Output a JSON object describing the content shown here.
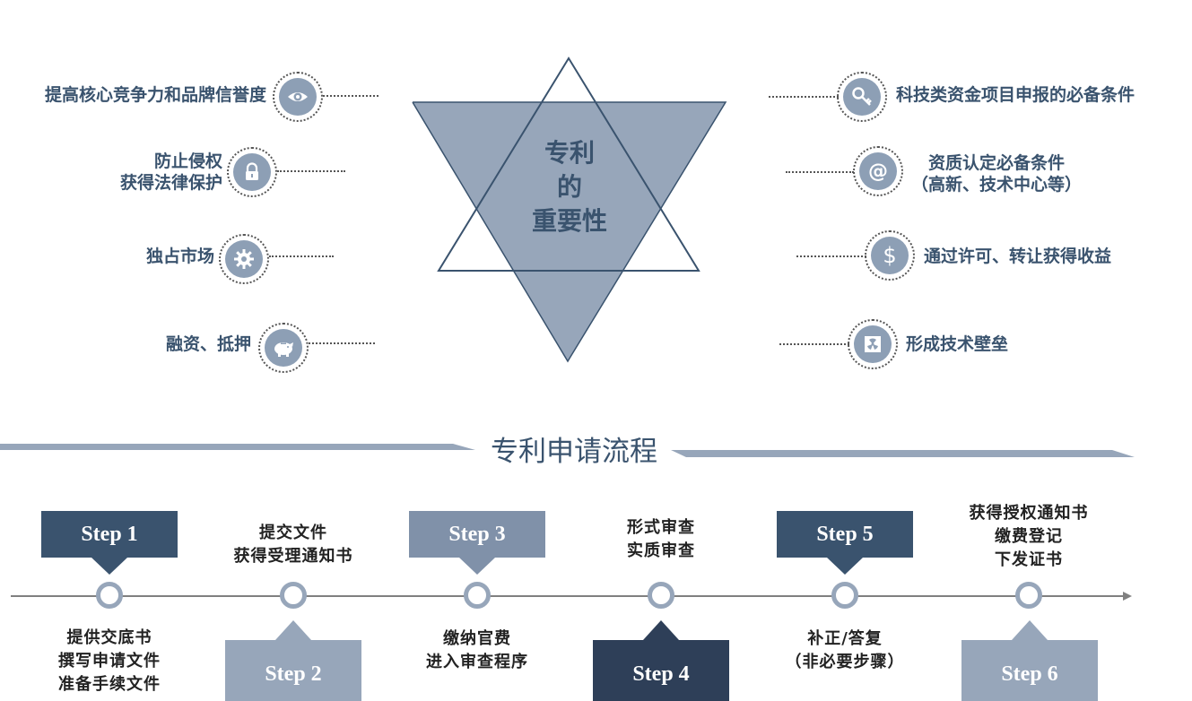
{
  "importance": {
    "center_lines": [
      "专利",
      "的",
      "重要性"
    ],
    "left": [
      {
        "lines": [
          "提高核心竞争力和品牌信誉度"
        ],
        "icon": "eye-icon"
      },
      {
        "lines": [
          "防止侵权",
          "获得法律保护"
        ],
        "icon": "lock-icon"
      },
      {
        "lines": [
          "独占市场"
        ],
        "icon": "gear-icon"
      },
      {
        "lines": [
          "融资、抵押"
        ],
        "icon": "piggy-bank-icon"
      }
    ],
    "right": [
      {
        "lines": [
          "科技类资金项目申报的必备条件"
        ],
        "icon": "key-icon"
      },
      {
        "lines": [
          "资质认定必备条件",
          "（高新、技术中心等）"
        ],
        "icon": "at-sign-icon"
      },
      {
        "lines": [
          "通过许可、转让获得收益"
        ],
        "icon": "dollar-icon"
      },
      {
        "lines": [
          "形成技术壁垒"
        ],
        "icon": "radiation-box-icon"
      }
    ]
  },
  "process": {
    "title": "专利申请流程",
    "steps": [
      {
        "label": "Step 1",
        "desc": [
          "提供交底书",
          "撰写申请文件",
          "准备手续文件"
        ]
      },
      {
        "label": "Step 2",
        "desc": [
          "提交文件",
          "获得受理通知书"
        ]
      },
      {
        "label": "Step 3",
        "desc": [
          "缴纳官费",
          "进入审查程序"
        ]
      },
      {
        "label": "Step 4",
        "desc": [
          "形式审查",
          "实质审查"
        ]
      },
      {
        "label": "Step 5",
        "desc": [
          "补正/答复",
          "（非必要步骤）"
        ]
      },
      {
        "label": "Step 6",
        "desc": [
          "获得授权通知书",
          "缴费登记",
          "下发证书"
        ]
      }
    ]
  },
  "colors": {
    "dark": "#3a536e",
    "darker": "#2e3f58",
    "mid": "#8091a9",
    "light": "#97a6ba",
    "text": "#3a536e"
  }
}
